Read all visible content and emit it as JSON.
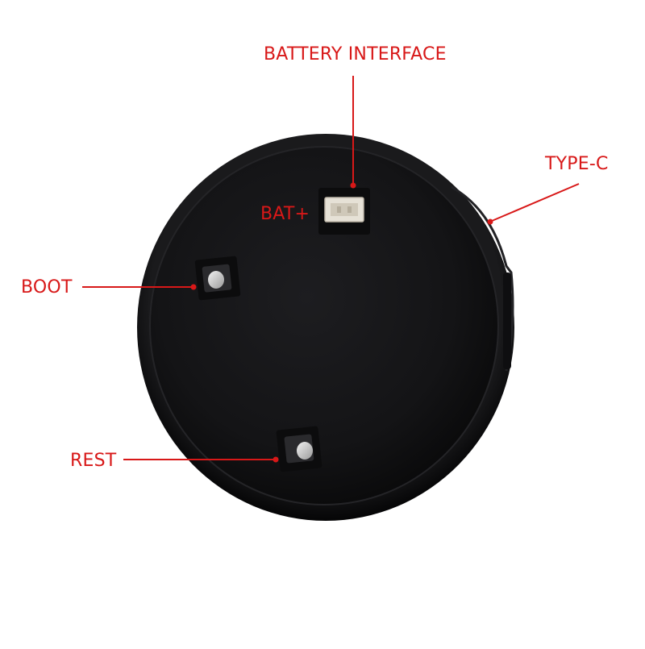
{
  "colors": {
    "annotation": "#d81818",
    "device_body": "#151517",
    "device_rim": "#0b0b0c",
    "background": "#ffffff"
  },
  "labels": {
    "battery_interface": "BATTERY INTERFACE",
    "type_c": "TYPE-C",
    "bat_plus": "BAT+",
    "boot": "BOOT",
    "rest": "REST"
  }
}
